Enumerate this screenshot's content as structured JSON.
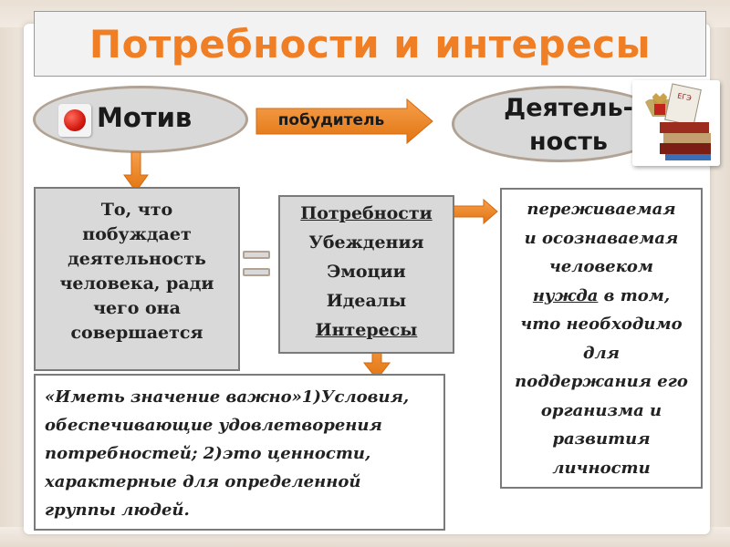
{
  "title": "Потребности и интересы",
  "motiv_label": "Мотив",
  "arrow_label": "побудитель",
  "activity_lines": [
    "Деятель-",
    "ность"
  ],
  "definition_lines": [
    "То, что",
    "побуждает",
    "деятельность",
    "человека, ради",
    "чего она",
    "совершается"
  ],
  "motive_forms": [
    "Потребности",
    "Убеждения",
    "Эмоции",
    "Идеалы",
    "Интересы"
  ],
  "need_definition_lines": [
    "переживаемая",
    "и осознаваемая",
    "человеком",
    "нужда в том,",
    "что необходимо",
    "для",
    "поддержания его",
    "организма и",
    "развития",
    "личности"
  ],
  "need_word": "нужда",
  "need_rest": " в том,",
  "interest_lines": [
    "«Иметь значение важно»1)Условия,",
    "обеспечивающие удовлетворения",
    "потребностей; 2)это ценности,",
    "характерные для определенной",
    "группы людей."
  ],
  "book_label": "ЕГЭ",
  "colors": {
    "title": "#ef7e24",
    "arrow": "#f08a2c",
    "box_fill": "#d9d9d9",
    "oval_border": "#b2a294"
  }
}
